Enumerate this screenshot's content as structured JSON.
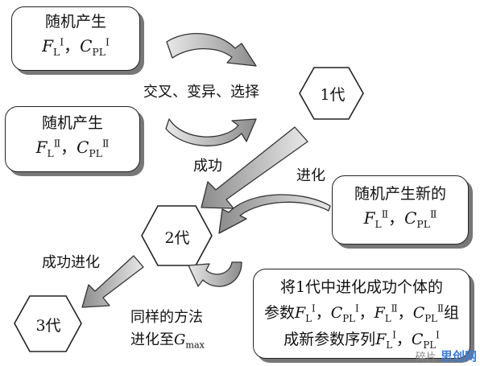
{
  "box1": {
    "line1": "随机产生",
    "f": "F",
    "f_sub": "L",
    "f_sup": "Ⅰ",
    "sep": "，",
    "c": "C",
    "c_sub": "PL",
    "c_sup": "Ⅰ"
  },
  "box2": {
    "line1": "随机产生",
    "f": "F",
    "f_sub": "L",
    "f_sup": "Ⅱ",
    "sep": "，",
    "c": "C",
    "c_sub": "PL",
    "c_sup": "Ⅱ"
  },
  "box3": {
    "line1": "随机产生新的",
    "f": "F",
    "f_sub": "L",
    "f_sup": "Ⅱ",
    "sep": "，",
    "c": "C",
    "c_sub": "PL",
    "c_sup": "Ⅱ"
  },
  "box4": {
    "line1": "将1代中进化成功个体的",
    "line2_prefix": "参数",
    "f1": "F",
    "f1_sub": "L",
    "f1_sup": "Ⅰ",
    "sep1": "，",
    "c1": "C",
    "c1_sub": "PL",
    "c1_sup": "Ⅰ",
    "sep2": "，",
    "f2": "F",
    "f2_sub": "L",
    "f2_sup": "Ⅱ",
    "sep3": "，",
    "c2": "C",
    "c2_sub": "PL",
    "c2_sup": "Ⅱ",
    "line2_suffix": "组",
    "line3_prefix": "成新参数序列",
    "f3": "F",
    "f3_sub": "L",
    "f3_sup": "Ⅰ",
    "sep4": "，",
    "c3": "C",
    "c3_sub": "PL",
    "c3_sup": "Ⅰ"
  },
  "hexes": {
    "gen1": "1代",
    "gen2": "2代",
    "gen3": "3代"
  },
  "labels": {
    "crossover": "交叉、变异、选择",
    "success": "成功",
    "evolve": "进化",
    "success_evolve": "成功进化",
    "same_method_1": "同样的方法",
    "same_method_2": "进化至",
    "g": "G",
    "g_sub": "max"
  },
  "watermark": {
    "part1": "碎片",
    "part2": "思创网"
  }
}
